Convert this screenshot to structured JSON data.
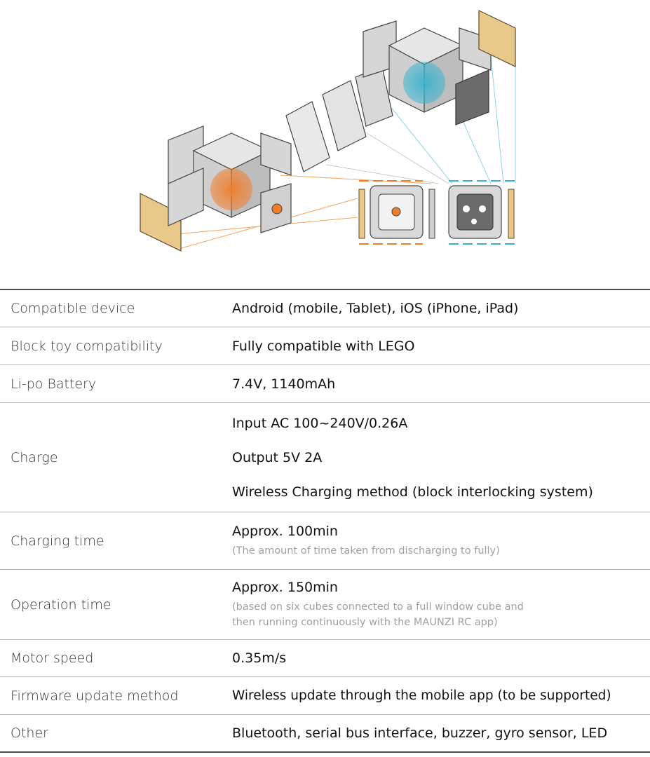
{
  "specs": [
    {
      "label": "Compatible device",
      "value": "Android (mobile, Tablet), iOS (iPhone, iPad)"
    },
    {
      "label": "Block toy compatibility",
      "value": "Fully compatible with LEGO"
    },
    {
      "label": "Li-po Battery",
      "value": "7.4V, 1140mAh"
    },
    {
      "label": "Charge",
      "lines": [
        "Input AC 100~240V/0.26A",
        "Output 5V 2A",
        "Wireless Charging method (block interlocking system)"
      ]
    },
    {
      "label": "Charging time",
      "value": "Approx. 100min",
      "note": "(The amount of time taken from discharging to fully)"
    },
    {
      "label": "Operation time",
      "value": "Approx. 150min",
      "note_lines": [
        "(based on six cubes connected to a full window cube and",
        "then running continuously with the MAUNZI RC app)"
      ]
    },
    {
      "label": "Motor speed",
      "value": "0.35m/s"
    },
    {
      "label": "Firmware update method",
      "value": "Wireless update through the mobile app (to be supported)"
    },
    {
      "label": "Other",
      "value": "Bluetooth, serial bus interface, buzzer, gyro sensor, LED"
    }
  ],
  "illustration": {
    "accent_orange": "#f07d2a",
    "accent_blue": "#3bb3cf",
    "plate_wood": "#e9c98a",
    "frame_gray": "#bfbfbf"
  }
}
